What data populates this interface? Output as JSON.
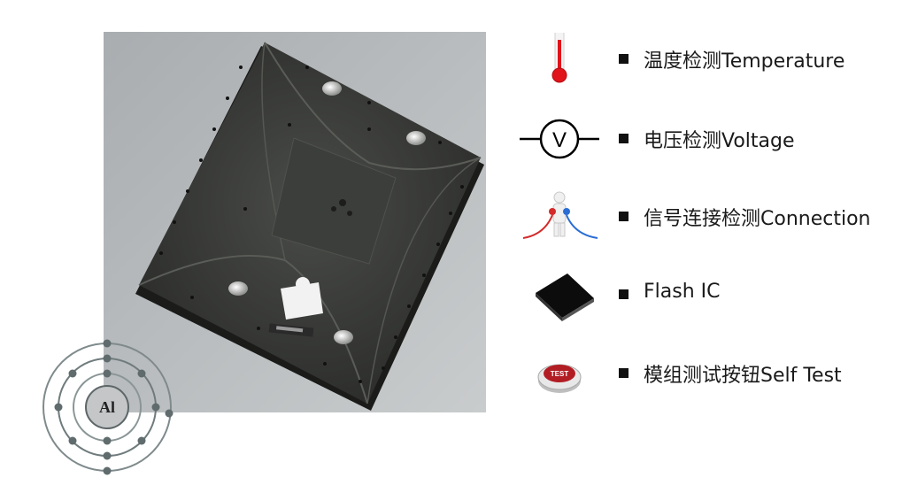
{
  "element_symbol": "Al",
  "features": [
    {
      "icon": "thermometer-icon",
      "label": "温度检测Temperature"
    },
    {
      "icon": "voltmeter-icon",
      "label": "电压检测Voltage"
    },
    {
      "icon": "connection-figure-icon",
      "label": "信号连接检测Connection"
    },
    {
      "icon": "flash-chip-icon",
      "label": "Flash IC"
    },
    {
      "icon": "test-button-icon",
      "label": "模组测试按钮Self Test"
    }
  ],
  "colors": {
    "thermometer_red": "#e0141a",
    "panel_gray": "#b9bdbf",
    "housing": "#333532",
    "test_button": "#b21d23"
  }
}
